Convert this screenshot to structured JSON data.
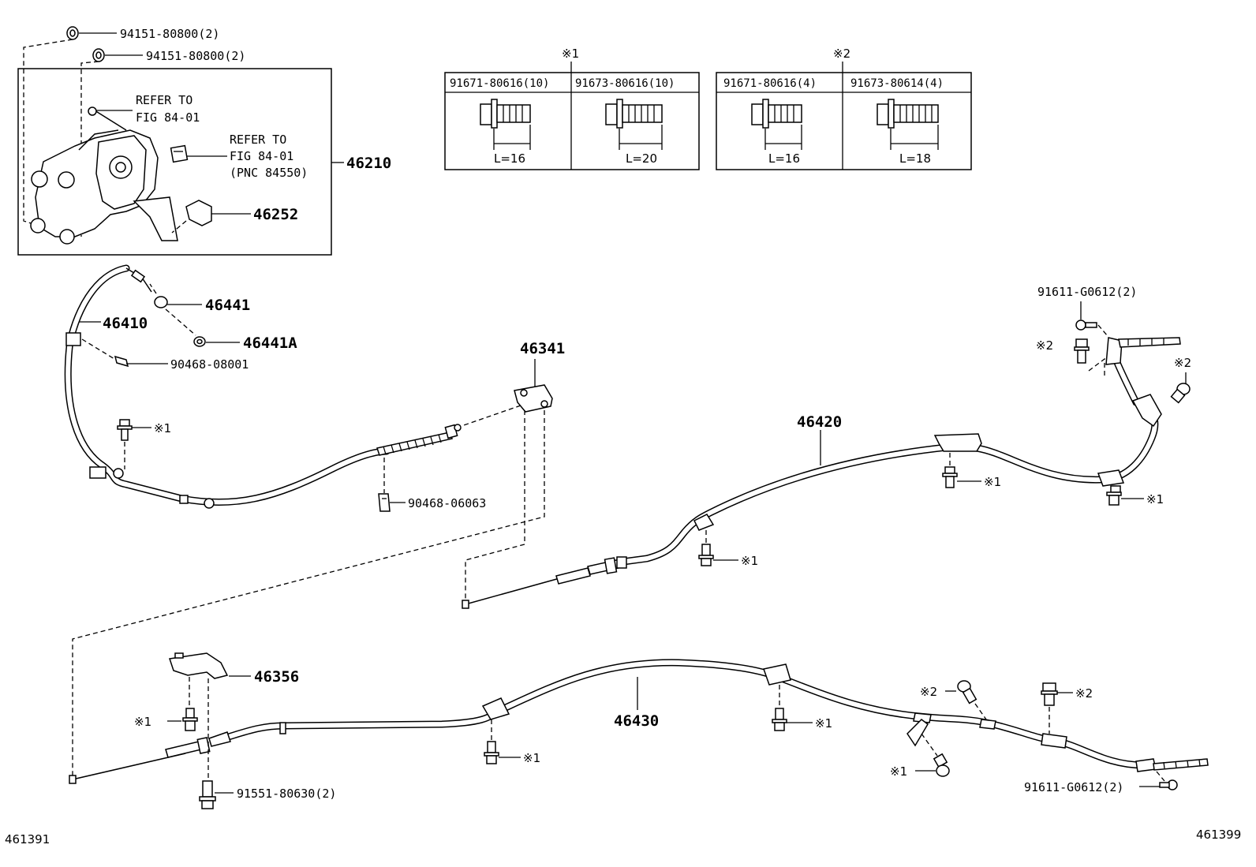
{
  "parts": {
    "nut_1": "94151-80800(2)",
    "nut_2": "94151-80800(2)",
    "refer_1_line1": "REFER TO",
    "refer_1_line2": "FIG 84-01",
    "refer_2_line1": "REFER TO",
    "refer_2_line2": "FIG 84-01",
    "refer_2_line3": "(PNC 84550)",
    "lever_assy": "46210",
    "pad": "46252",
    "front_cable": "46410",
    "seat": "46441",
    "nut_46441a": "46441A",
    "clip_front": "90468-08001",
    "equalizer": "46341",
    "clip_mid": "90468-06063",
    "rh_cable": "46420",
    "bolt_rh_rear": "91611-G0612(2)",
    "bracket": "46356",
    "lh_cable": "46430",
    "bolt_bracket": "91551-80630(2)",
    "bolt_lh_rear": "91611-G0612(2)"
  },
  "markers": {
    "m1": "※1",
    "m2": "※2"
  },
  "bolt_tables": [
    {
      "group": "※1",
      "columns": [
        {
          "part": "91671-80616(10)",
          "length": "L=16"
        },
        {
          "part": "91673-80616(10)",
          "length": "L=20"
        }
      ]
    },
    {
      "group": "※2",
      "columns": [
        {
          "part": "91671-80616(4)",
          "length": "L=16"
        },
        {
          "part": "91673-80614(4)",
          "length": "L=18"
        }
      ]
    }
  ],
  "figure_ids": {
    "left": "461391",
    "right": "461399"
  }
}
